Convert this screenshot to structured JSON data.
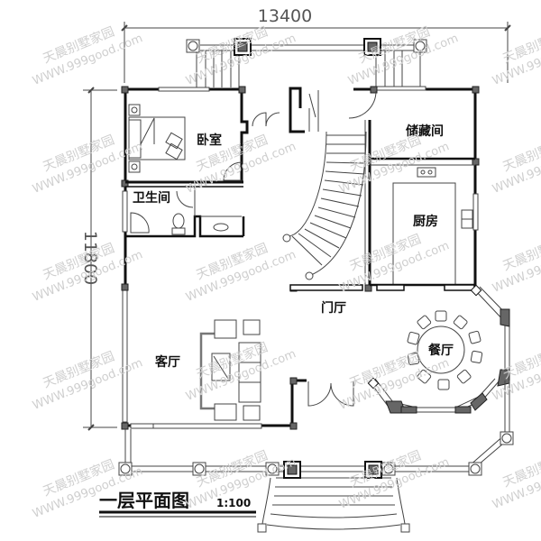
{
  "drawing": {
    "title": "一层平面图",
    "scale": "1:100",
    "dimensions": {
      "width_label": "13400",
      "height_label": "11800"
    }
  },
  "rooms": {
    "bedroom": "卧室",
    "bathroom": "卫生间",
    "storage": "储藏间",
    "kitchen": "厨房",
    "foyer": "门厅",
    "living_room": "客厅",
    "dining_room": "餐厅"
  },
  "watermark": {
    "brand": "天晨别墅家园",
    "url": "WWW.999good.com"
  },
  "colors": {
    "wall": "#111111",
    "column": "#666666",
    "line": "#444444",
    "watermark": "#cfcfcf"
  }
}
